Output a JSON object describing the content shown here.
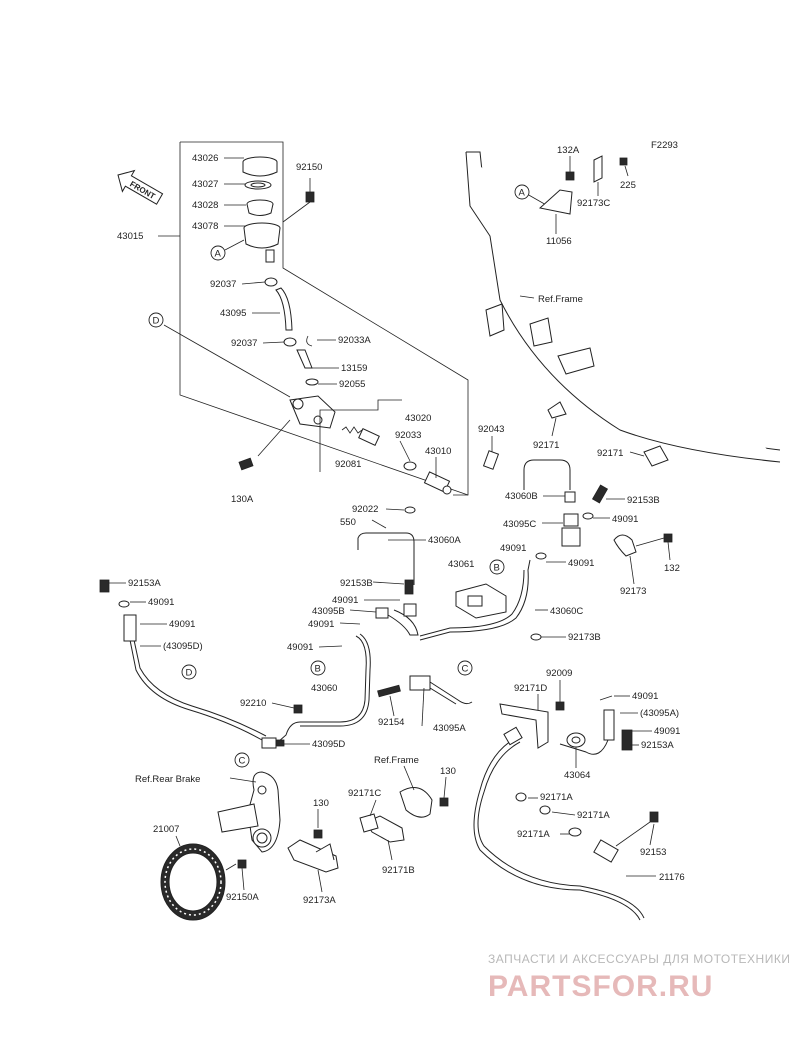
{
  "diagram_code": "F2293",
  "front_label": "FRONT",
  "callouts": [
    "A",
    "B",
    "C",
    "D"
  ],
  "parts": {
    "p43026": "43026",
    "p43027": "43027",
    "p43028": "43028",
    "p43078": "43078",
    "p92150": "92150",
    "p43015": "43015",
    "p92037a": "92037",
    "p43095": "43095",
    "p92037b": "92037",
    "p92033A": "92033A",
    "p13159": "13159",
    "p92055": "92055",
    "p43020": "43020",
    "p92033": "92033",
    "p92081": "92081",
    "p43010": "43010",
    "p130A": "130A",
    "p92043": "92043",
    "p92022": "92022",
    "p550": "550",
    "p43060A": "43060A",
    "p43060B": "43060B",
    "p92153Btop": "92153B",
    "p49091a": "49091",
    "p43095C": "43095C",
    "p49091b": "49091",
    "p49091c": "49091",
    "p43061": "43061",
    "p43060C": "43060C",
    "p92153Bmid": "92153B",
    "p49091d": "49091",
    "p43095B": "43095B",
    "p49091e": "49091",
    "p49091f": "49091",
    "p92173B": "92173B",
    "p43060": "43060",
    "p92153Aleft": "92153A",
    "p49091g": "49091",
    "p49091h": "49091",
    "p43095Dparen": "(43095D)",
    "p92210": "92210",
    "p43095D": "43095D",
    "p92154": "92154",
    "p43095A": "43095A",
    "p92009": "92009",
    "p92171D": "92171D",
    "p49091i": "49091",
    "p43095Aparen": "(43095A)",
    "p49091j": "49091",
    "p92153Aright": "92153A",
    "p43064": "43064",
    "p132A": "132A",
    "p225": "225",
    "p92173C": "92173C",
    "p11056": "11056",
    "p92171a": "92171",
    "p92171b": "92171",
    "p132": "132",
    "p92173": "92173",
    "p130a": "130",
    "p130b": "130",
    "p21007": "21007",
    "p92150A": "92150A",
    "p92173A": "92173A",
    "p92171C": "92171C",
    "p92171B": "92171B",
    "p92171Aa": "92171A",
    "p92171Ab": "92171A",
    "p92171Ac": "92171A",
    "p92153": "92153",
    "p21176": "21176"
  },
  "references": {
    "ref_frame_top": "Ref.Frame",
    "ref_frame_bottom": "Ref.Frame",
    "ref_rear_brake": "Ref.Rear Brake"
  },
  "watermark": {
    "line1": "ЗАПЧАСТИ И АКСЕССУАРЫ ДЛЯ МОТОТЕХНИКИ",
    "line2": "PARTSFOR.RU"
  }
}
